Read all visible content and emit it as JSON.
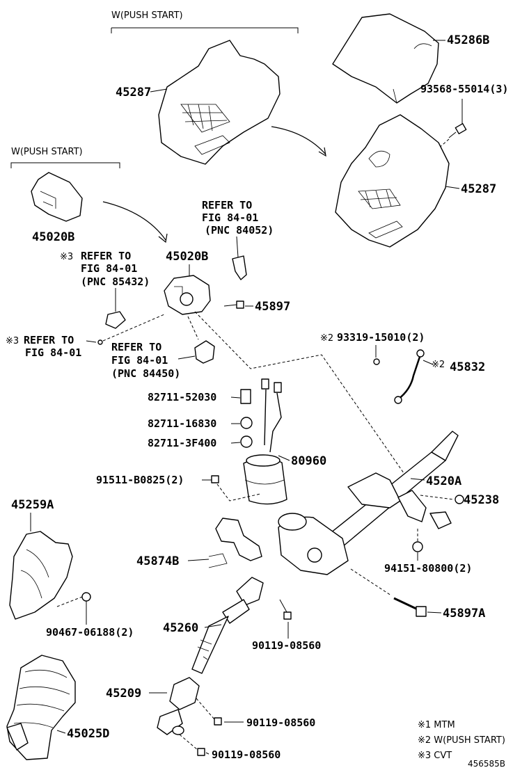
{
  "header_labels": {
    "push_start_top": "W(PUSH START)",
    "push_start_left": "W(PUSH START)"
  },
  "parts": {
    "p45286B": "45286B",
    "p93568": "93568-55014(3)",
    "p45287_top": "45287",
    "p45287_right": "45287",
    "p45020B_left": "45020B",
    "p45020B_center": "45020B",
    "p45897": "45897",
    "p93319": "93319-15010(2)",
    "p45832": "45832",
    "p82711_52030": "82711-52030",
    "p82711_16830": "82711-16830",
    "p82711_3F400": "82711-3F400",
    "p80960": "80960",
    "p91511": "91511-B0825(2)",
    "p45259A": "45259A",
    "p4520A": "4520A",
    "p45238": "45238",
    "p45874B": "45874B",
    "p94151": "94151-80800(2)",
    "p90467": "90467-06188(2)",
    "p45897A": "45897A",
    "p45260": "45260",
    "p90119_a": "90119-08560",
    "p45209": "45209",
    "p90119_b": "90119-08560",
    "p90119_c": "90119-08560",
    "p45025D": "45025D"
  },
  "references": {
    "ref_84052_l1": "REFER TO",
    "ref_84052_l2": "FIG 84-01",
    "ref_84052_l3": "(PNC 84052)",
    "ref_85432_l1": "REFER TO",
    "ref_85432_l2": "FIG 84-01",
    "ref_85432_l3": "(PNC 85432)",
    "ref_cvt_l1": "REFER TO",
    "ref_cvt_l2": "FIG 84-01",
    "ref_84450_l1": "REFER TO",
    "ref_84450_l2": "FIG 84-01",
    "ref_84450_l3": "(PNC 84450)"
  },
  "marks": {
    "m3_a": "※3",
    "m3_b": "※3",
    "m2_a": "※2",
    "m2_b": "※2"
  },
  "legend": {
    "note1": "※1 MTM",
    "note2": "※2 W(PUSH START)",
    "note3": "※3 CVT"
  },
  "diagram_id": "456585B"
}
